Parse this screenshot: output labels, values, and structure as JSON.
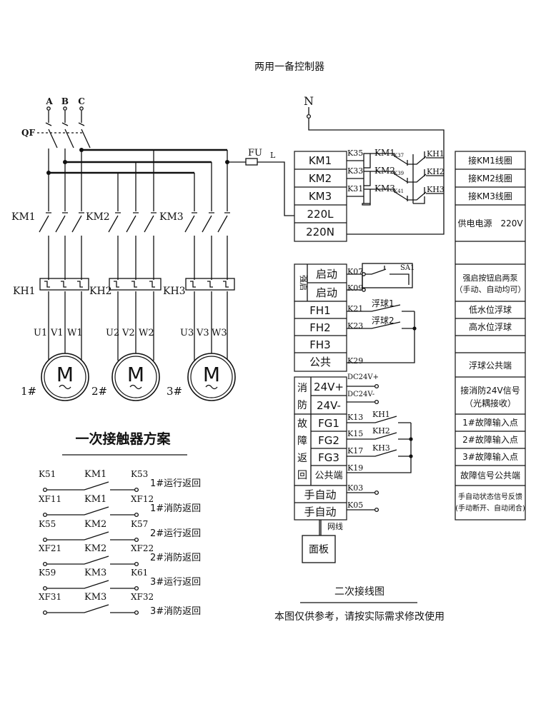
{
  "title": "两用一备控制器",
  "phases": [
    "A",
    "B",
    "C"
  ],
  "qf": "QF",
  "fu": "FU",
  "l": "L",
  "n": "N",
  "primary": {
    "contactors": [
      "KM1",
      "KM2",
      "KM3"
    ],
    "relays": [
      "KH1",
      "KH2",
      "KH3"
    ],
    "terminals": [
      [
        "U1",
        "V1",
        "W1"
      ],
      [
        "U2",
        "V2",
        "W2"
      ],
      [
        "U3",
        "V3",
        "W3"
      ]
    ],
    "motor_letter": "M",
    "motors": [
      "1#",
      "2#",
      "3#"
    ]
  },
  "primary_title": "一次接触器方案",
  "aux": [
    {
      "left": "K51",
      "mid": "KM1",
      "right": "K53",
      "desc": "1#运行返回"
    },
    {
      "left": "XF11",
      "mid": "KM1",
      "right": "XF12",
      "desc": "1#消防返回"
    },
    {
      "left": "K55",
      "mid": "KM2",
      "right": "K57",
      "desc": "2#运行返回"
    },
    {
      "left": "XF21",
      "mid": "KM2",
      "right": "XF22",
      "desc": "2#消防返回"
    },
    {
      "left": "K59",
      "mid": "KM3",
      "right": "K61",
      "desc": "3#运行返回"
    },
    {
      "left": "XF31",
      "mid": "KM3",
      "right": "XF32",
      "desc": "3#消防返回"
    }
  ],
  "tb": {
    "km": [
      "KM1",
      "KM2",
      "KM3"
    ],
    "power": [
      "220L",
      "220N"
    ],
    "start_side": "强启",
    "start": [
      "启动",
      "启动"
    ],
    "fh": [
      "FH1",
      "FH2",
      "FH3"
    ],
    "common": "公共",
    "fire_side": [
      "消",
      "防"
    ],
    "dc": [
      "24V+",
      "24V-"
    ],
    "fault_side": [
      "故",
      "障",
      "返",
      "回"
    ],
    "fg": [
      "FG1",
      "FG2",
      "FG3"
    ],
    "fg_common": "公共端",
    "manual": [
      "手自动",
      "手自动"
    ]
  },
  "wires": {
    "km_codes": [
      "K35",
      "K33",
      "K31"
    ],
    "km_labels": [
      "KM1",
      "KM2",
      "KM3"
    ],
    "km_small": [
      "K37",
      "K39",
      "K41"
    ],
    "kh": [
      "KH1",
      "KH2",
      "KH3"
    ],
    "sa": "SA1",
    "start_codes": [
      "K07",
      "K09"
    ],
    "fh_codes": [
      "K21",
      "K23",
      "K29"
    ],
    "float": [
      "浮球1",
      "浮球2"
    ],
    "dc": [
      "DC24V+",
      "DC24V-"
    ],
    "fg_codes": [
      "K13",
      "K15",
      "K17",
      "K19"
    ],
    "fg_kh": [
      "KH1",
      "KH2",
      "KH3"
    ],
    "manual_codes": [
      "K03",
      "K05"
    ],
    "net": "网线",
    "panel": "面板"
  },
  "desc": {
    "km": [
      "接KM1线圈",
      "接KM2线圈",
      "接KM3线圈"
    ],
    "power": "供电电源　220V",
    "start": [
      "强启按钮启两泵",
      "（手动、自动均可）"
    ],
    "low": "低水位浮球",
    "high": "高水位浮球",
    "fcommon": "浮球公共端",
    "fire": [
      "接消防24V信号",
      "（光耦接收）"
    ],
    "faults": [
      "1#故障输入点",
      "2#故障输入点",
      "3#故障输入点"
    ],
    "fault_common": "故障信号公共端",
    "manual": [
      "手自动状态信号反馈",
      "(手动断开、自动闭合)"
    ]
  },
  "secondary_title": "二次接线图",
  "note": "本图仅供参考，请按实际需求修改使用"
}
